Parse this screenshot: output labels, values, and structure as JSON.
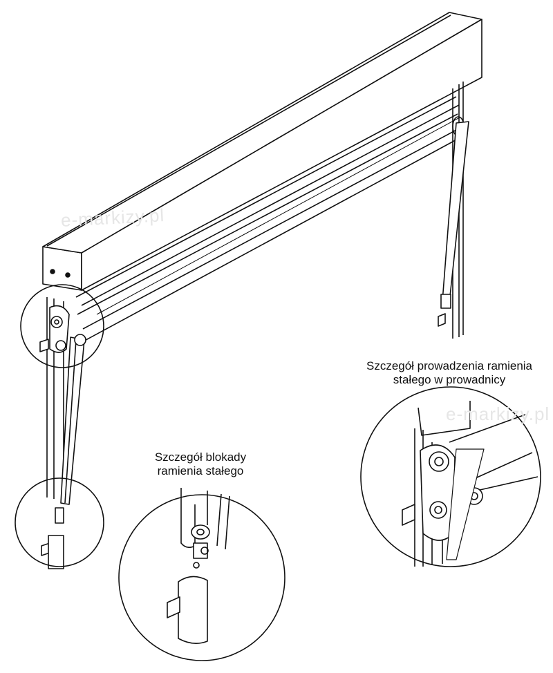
{
  "captions": {
    "guide_detail_line1": "Szczegół prowadzenia ramienia",
    "guide_detail_line2": "stałego w prowadnicy",
    "lock_detail_line1": "Szczegół blokady",
    "lock_detail_line2": "ramienia stałego"
  },
  "watermarks": [
    "e-markizy.pl",
    "e-markizy.pl"
  ]
}
